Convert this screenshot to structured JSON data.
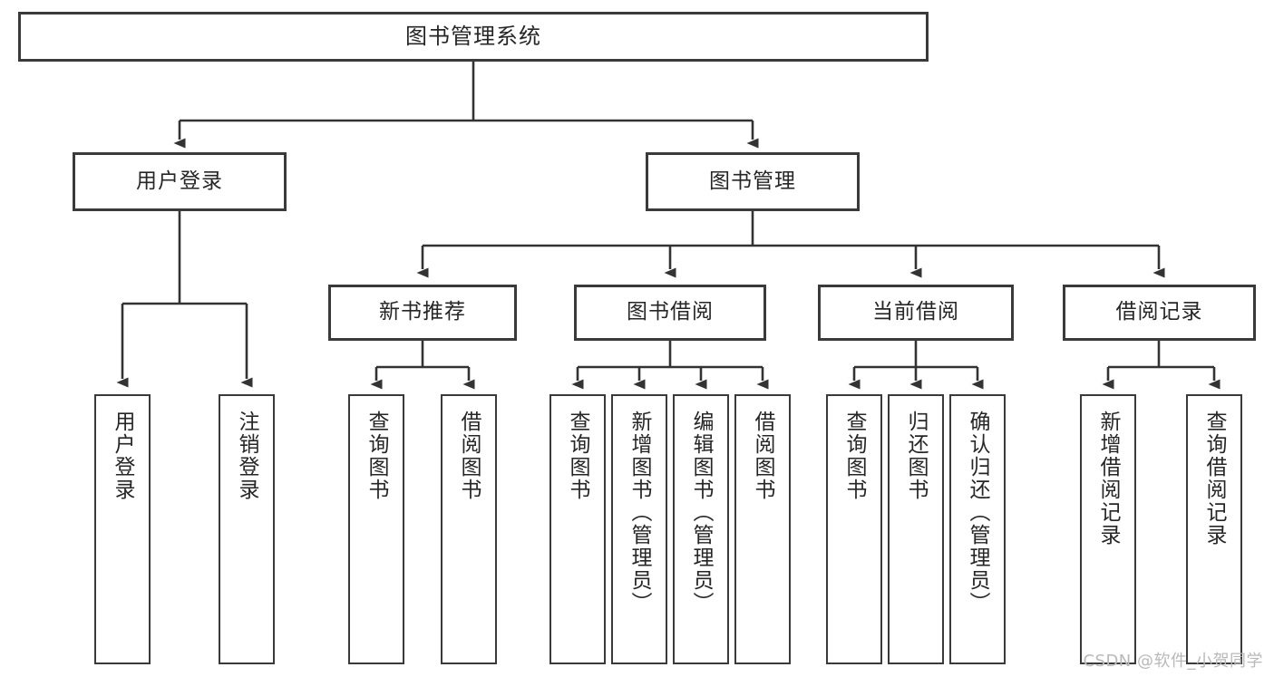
{
  "diagram": {
    "type": "tree",
    "title": "图书管理系统",
    "watermark": "CSDN @软件_小贺同学",
    "colors": {
      "box_stroke": "#3a3a3a",
      "connector": "#333333",
      "background": "#ffffff",
      "text": "#262626",
      "watermark": "#b9b9b9"
    },
    "nodes": {
      "root": {
        "label": "图书管理系统",
        "orientation": "horizontal"
      },
      "level2": [
        {
          "label": "用户登录",
          "orientation": "horizontal"
        },
        {
          "label": "图书管理",
          "orientation": "horizontal"
        }
      ],
      "level3": [
        {
          "label": "新书推荐",
          "orientation": "horizontal"
        },
        {
          "label": "图书借阅",
          "orientation": "horizontal"
        },
        {
          "label": "当前借阅",
          "orientation": "horizontal"
        },
        {
          "label": "借阅记录",
          "orientation": "horizontal"
        }
      ],
      "leaves": {
        "user_login": [
          {
            "label": "用户登录",
            "orientation": "vertical"
          },
          {
            "label": "注销登录",
            "orientation": "vertical"
          }
        ],
        "new_book": [
          {
            "label": "查询图书",
            "orientation": "vertical"
          },
          {
            "label": "借阅图书",
            "orientation": "vertical"
          }
        ],
        "book_borrow": [
          {
            "label": "查询图书",
            "orientation": "vertical"
          },
          {
            "label": "新增图书（管理员）",
            "orientation": "vertical"
          },
          {
            "label": "编辑图书（管理员）",
            "orientation": "vertical"
          },
          {
            "label": "借阅图书",
            "orientation": "vertical"
          }
        ],
        "current_borrow": [
          {
            "label": "查询图书",
            "orientation": "vertical"
          },
          {
            "label": "归还图书",
            "orientation": "vertical"
          },
          {
            "label": "确认归还（管理员）",
            "orientation": "vertical"
          }
        ],
        "borrow_record": [
          {
            "label": "新增借阅记录",
            "orientation": "vertical"
          },
          {
            "label": "查询借阅记录",
            "orientation": "vertical"
          }
        ]
      }
    }
  }
}
